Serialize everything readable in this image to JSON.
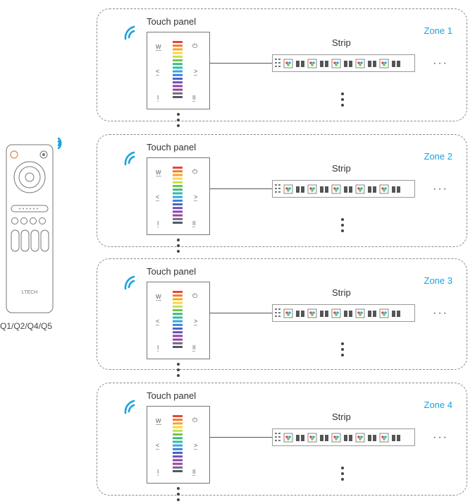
{
  "remote": {
    "model_label": "Q1/Q2/Q4/Q5",
    "brand": "LTECH",
    "icon": "remote-control-icon"
  },
  "zones": [
    {
      "label": "Zone 1",
      "panel_title": "Touch panel",
      "strip_title": "Strip",
      "ellipsis": "···"
    },
    {
      "label": "Zone 2",
      "panel_title": "Touch panel",
      "strip_title": "Strip",
      "ellipsis": "···"
    },
    {
      "label": "Zone 3",
      "panel_title": "Touch panel",
      "strip_title": "Strip",
      "ellipsis": "···"
    },
    {
      "label": "Zone 4",
      "panel_title": "Touch panel",
      "strip_title": "Strip",
      "ellipsis": "···"
    }
  ],
  "panel_buttons": {
    "w": "W",
    "power": "⏻",
    "left": "<",
    "right": ">",
    "i": "I",
    "ii": "II"
  },
  "colors": {
    "accent": "#1aa3dc",
    "border": "#8a8a8a",
    "line": "#555555"
  }
}
